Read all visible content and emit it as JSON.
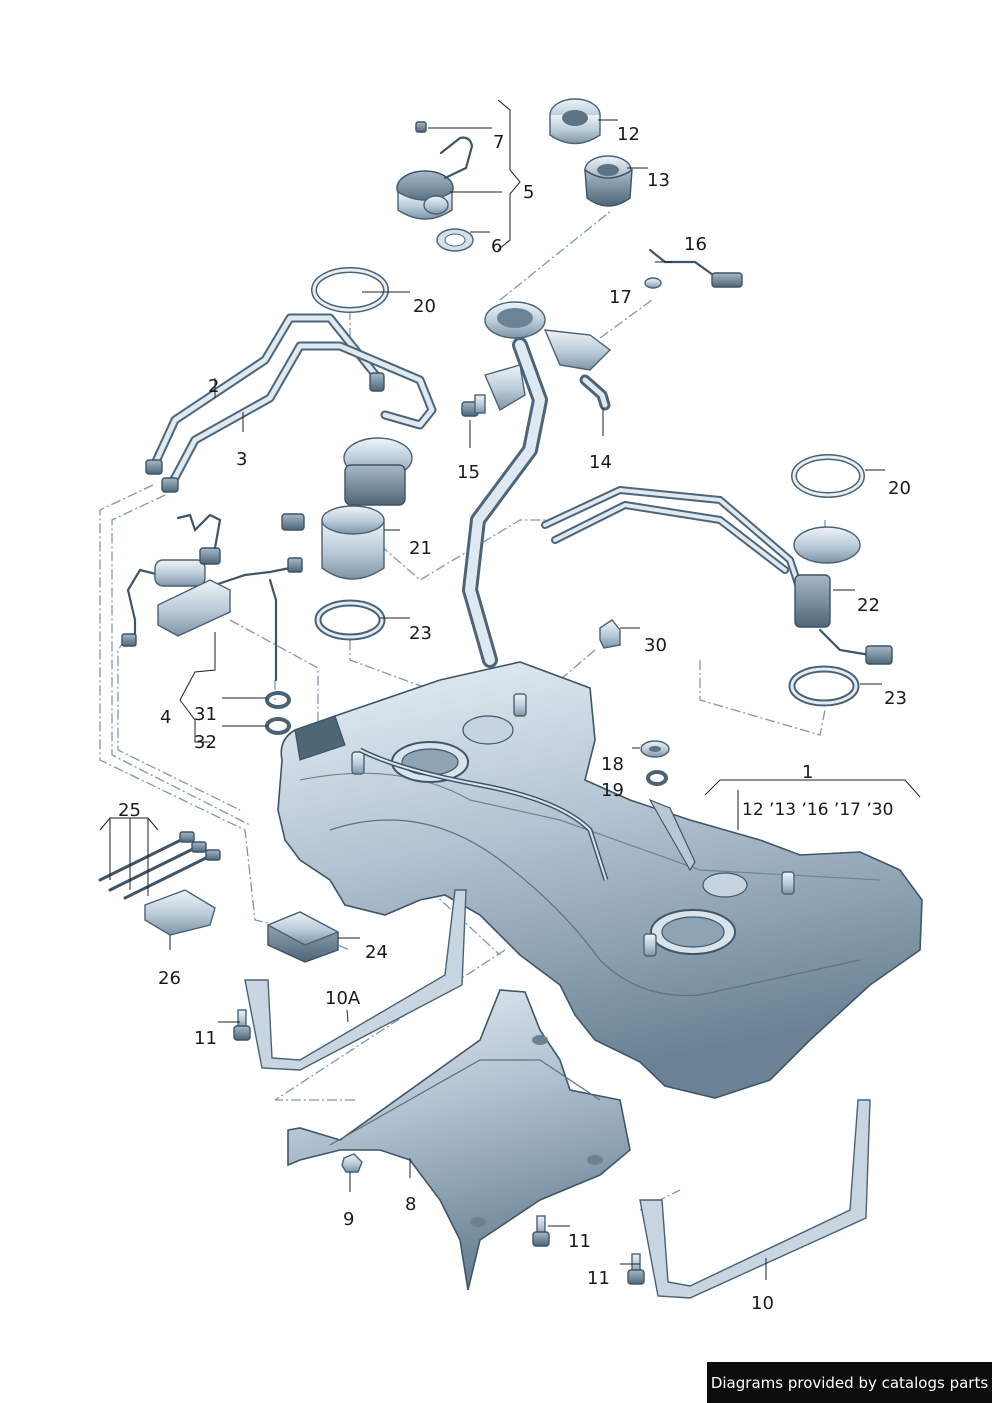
{
  "callouts": {
    "c1": "1",
    "c1_sub": "12 ’13 ’16 ’17 ’30",
    "c2": "2",
    "c3": "3",
    "c4": "4",
    "c5": "5",
    "c6": "6",
    "c7": "7",
    "c8": "8",
    "c9": "9",
    "c10": "10",
    "c10a": "10A",
    "c11a": "11",
    "c11b": "11",
    "c11c": "11",
    "c12": "12",
    "c13": "13",
    "c14": "14",
    "c15": "15",
    "c16": "16",
    "c17": "17",
    "c18": "18",
    "c19": "19",
    "c20a": "20",
    "c20b": "20",
    "c21": "21",
    "c22": "22",
    "c23a": "23",
    "c23b": "23",
    "c24": "24",
    "c25": "25",
    "c26": "26",
    "c30": "30",
    "c31": "31",
    "c32": "32"
  },
  "footer": {
    "credit": "Diagrams provided by catalogs parts"
  },
  "colors": {
    "metal_light": "#e4edf4",
    "metal_mid": "#aabccb",
    "metal_dark": "#5e7588",
    "outline": "#4a6276",
    "dash_line": "#7f98ad"
  }
}
